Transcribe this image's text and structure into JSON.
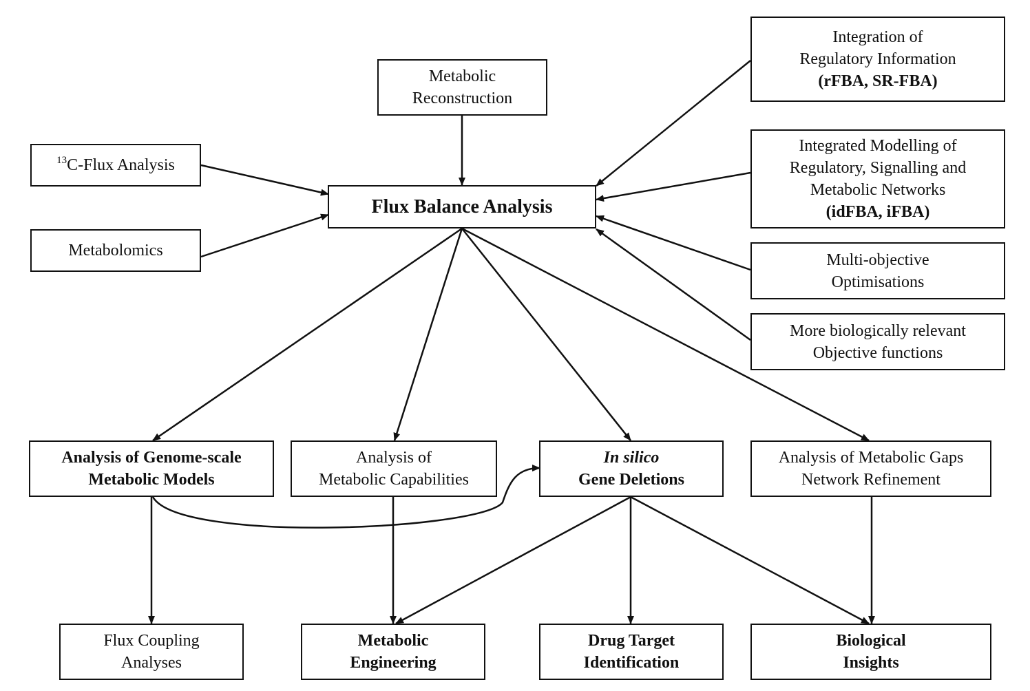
{
  "nodes": {
    "metabolic_reconstruction": {
      "line1": "Metabolic",
      "line2": "Reconstruction"
    },
    "c13_flux": {
      "sup": "13",
      "label": "C-Flux Analysis"
    },
    "metabolomics": {
      "label": "Metabolomics"
    },
    "flux_balance": {
      "label": "Flux Balance Analysis"
    },
    "regulatory_info": {
      "line1": "Integration of",
      "line2": "Regulatory Information",
      "line3": "(rFBA, SR-FBA)"
    },
    "integrated_modelling": {
      "line1": "Integrated Modelling of",
      "line2": "Regulatory, Signalling and",
      "line3": "Metabolic Networks",
      "line4": "(idFBA, iFBA)"
    },
    "multi_objective": {
      "line1": "Multi-objective",
      "line2": "Optimisations"
    },
    "objective_functions": {
      "line1": "More biologically relevant",
      "line2": "Objective functions"
    },
    "genome_scale": {
      "line1": "Analysis of Genome-scale",
      "line2": "Metabolic Models"
    },
    "metabolic_capabilities": {
      "line1": "Analysis of",
      "line2": "Metabolic Capabilities"
    },
    "gene_deletions": {
      "line1": "In silico",
      "line2": "Gene Deletions"
    },
    "metabolic_gaps": {
      "line1": "Analysis of Metabolic Gaps",
      "line2": "Network Refinement"
    },
    "flux_coupling": {
      "line1": "Flux Coupling",
      "line2": "Analyses"
    },
    "metabolic_engineering": {
      "line1": "Metabolic",
      "line2": "Engineering"
    },
    "drug_target": {
      "line1": "Drug Target",
      "line2": "Identification"
    },
    "biological_insights": {
      "line1": "Biological",
      "line2": "Insights"
    }
  },
  "edges": [
    {
      "from": "metabolic_reconstruction",
      "to": "flux_balance"
    },
    {
      "from": "c13_flux",
      "to": "flux_balance"
    },
    {
      "from": "metabolomics",
      "to": "flux_balance"
    },
    {
      "from": "regulatory_info",
      "to": "flux_balance"
    },
    {
      "from": "integrated_modelling",
      "to": "flux_balance"
    },
    {
      "from": "multi_objective",
      "to": "flux_balance"
    },
    {
      "from": "objective_functions",
      "to": "flux_balance"
    },
    {
      "from": "flux_balance",
      "to": "genome_scale"
    },
    {
      "from": "flux_balance",
      "to": "metabolic_capabilities"
    },
    {
      "from": "flux_balance",
      "to": "gene_deletions"
    },
    {
      "from": "flux_balance",
      "to": "metabolic_gaps"
    },
    {
      "from": "genome_scale",
      "to": "gene_deletions"
    },
    {
      "from": "genome_scale",
      "to": "flux_coupling"
    },
    {
      "from": "metabolic_capabilities",
      "to": "metabolic_engineering"
    },
    {
      "from": "gene_deletions",
      "to": "metabolic_engineering"
    },
    {
      "from": "gene_deletions",
      "to": "drug_target"
    },
    {
      "from": "gene_deletions",
      "to": "biological_insights"
    },
    {
      "from": "metabolic_gaps",
      "to": "biological_insights"
    }
  ]
}
